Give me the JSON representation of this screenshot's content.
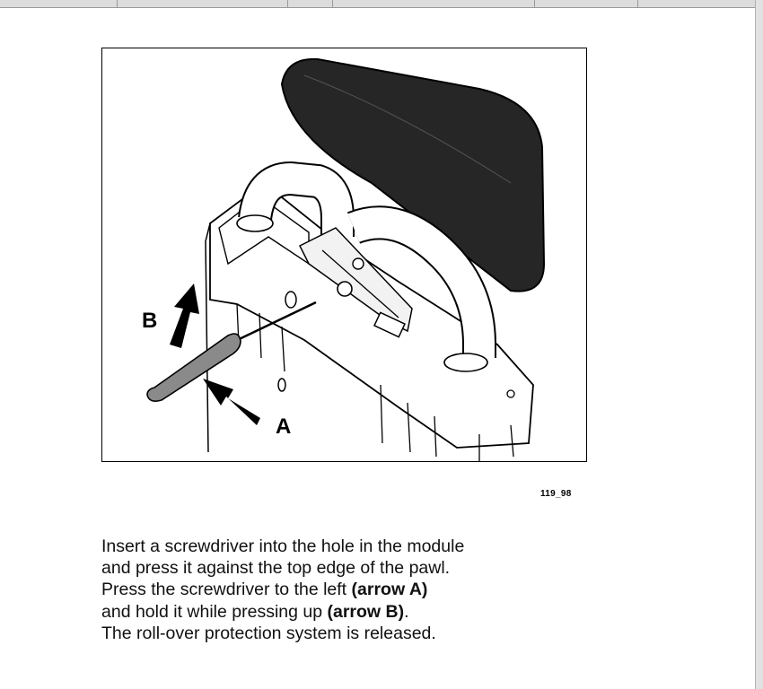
{
  "figure": {
    "label_a": "A",
    "label_b": "B",
    "figure_number": "119_98"
  },
  "instructions": {
    "line1": "Insert a screwdriver into the hole in the module",
    "line2": "and press it against the top edge of the pawl.",
    "line3_pre": "Press the screwdriver to the left ",
    "line3_bold": "(arrow A)",
    "line4_pre": "and hold it while pressing up ",
    "line4_bold": "(arrow B)",
    "line4_post": ".",
    "line5": "The roll-over protection system is released."
  }
}
